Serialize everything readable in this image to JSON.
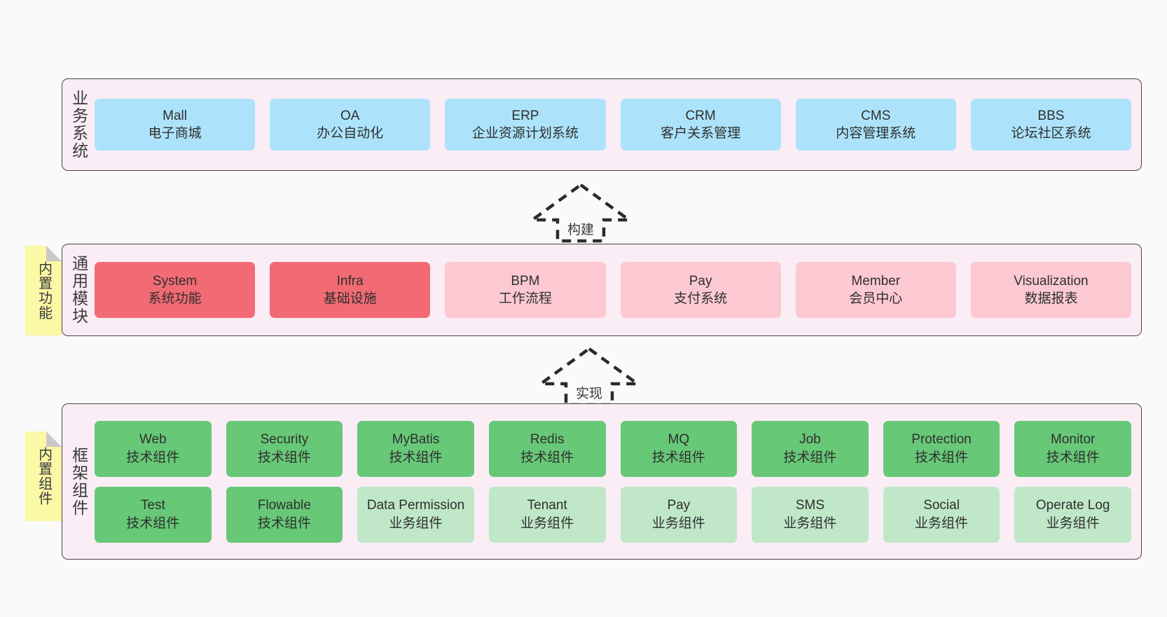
{
  "colors": {
    "page_background": "#fafafa",
    "layer_background": "#faedf5",
    "layer_border": "#4a4249",
    "business_card": "#ace3fa",
    "common_core_card": "#f26b74",
    "common_card": "#fcc9d2",
    "tech_component_card": "#67c878",
    "business_component_card": "#bfe7c8",
    "note_background": "#fbf8a6"
  },
  "layers": [
    {
      "id": "business",
      "title": "业务系统",
      "rows": [
        {
          "cards": [
            {
              "en": "Mall",
              "cn": "电子商城",
              "style": "c-blue"
            },
            {
              "en": "OA",
              "cn": "办公自动化",
              "style": "c-blue"
            },
            {
              "en": "ERP",
              "cn": "企业资源计划系统",
              "style": "c-blue"
            },
            {
              "en": "CRM",
              "cn": "客户关系管理",
              "style": "c-blue"
            },
            {
              "en": "CMS",
              "cn": "内容管理系统",
              "style": "c-blue"
            },
            {
              "en": "BBS",
              "cn": "论坛社区系统",
              "style": "c-blue"
            }
          ]
        }
      ]
    },
    {
      "id": "common",
      "title": "通用模块",
      "rows": [
        {
          "cards": [
            {
              "en": "System",
              "cn": "系统功能",
              "style": "c-red"
            },
            {
              "en": "Infra",
              "cn": "基础设施",
              "style": "c-red"
            },
            {
              "en": "BPM",
              "cn": "工作流程",
              "style": "c-pink"
            },
            {
              "en": "Pay",
              "cn": "支付系统",
              "style": "c-pink"
            },
            {
              "en": "Member",
              "cn": "会员中心",
              "style": "c-pink"
            },
            {
              "en": "Visualization",
              "cn": "数据报表",
              "style": "c-pink"
            }
          ]
        }
      ]
    },
    {
      "id": "framework",
      "title": "框架组件",
      "rows": [
        {
          "cards": [
            {
              "en": "Web",
              "cn": "技术组件",
              "style": "c-green"
            },
            {
              "en": "Security",
              "cn": "技术组件",
              "style": "c-green"
            },
            {
              "en": "MyBatis",
              "cn": "技术组件",
              "style": "c-green"
            },
            {
              "en": "Redis",
              "cn": "技术组件",
              "style": "c-green"
            },
            {
              "en": "MQ",
              "cn": "技术组件",
              "style": "c-green"
            },
            {
              "en": "Job",
              "cn": "技术组件",
              "style": "c-green"
            },
            {
              "en": "Protection",
              "cn": "技术组件",
              "style": "c-green"
            },
            {
              "en": "Monitor",
              "cn": "技术组件",
              "style": "c-green"
            }
          ]
        },
        {
          "cards": [
            {
              "en": "Test",
              "cn": "技术组件",
              "style": "c-green"
            },
            {
              "en": "Flowable",
              "cn": "技术组件",
              "style": "c-green"
            },
            {
              "en": "Data Permission",
              "cn": "业务组件",
              "style": "c-lightgreen"
            },
            {
              "en": "Tenant",
              "cn": "业务组件",
              "style": "c-lightgreen"
            },
            {
              "en": "Pay",
              "cn": "业务组件",
              "style": "c-lightgreen"
            },
            {
              "en": "SMS",
              "cn": "业务组件",
              "style": "c-lightgreen"
            },
            {
              "en": "Social",
              "cn": "业务组件",
              "style": "c-lightgreen"
            },
            {
              "en": "Operate Log",
              "cn": "业务组件",
              "style": "c-lightgreen"
            }
          ]
        }
      ]
    }
  ],
  "notes": [
    {
      "id": "functions",
      "label": "内置功能"
    },
    {
      "id": "components",
      "label": "内置组件"
    }
  ],
  "arrows": [
    {
      "id": "build",
      "label": "构建",
      "direction": "up"
    },
    {
      "id": "implement",
      "label": "实现",
      "direction": "up"
    }
  ]
}
